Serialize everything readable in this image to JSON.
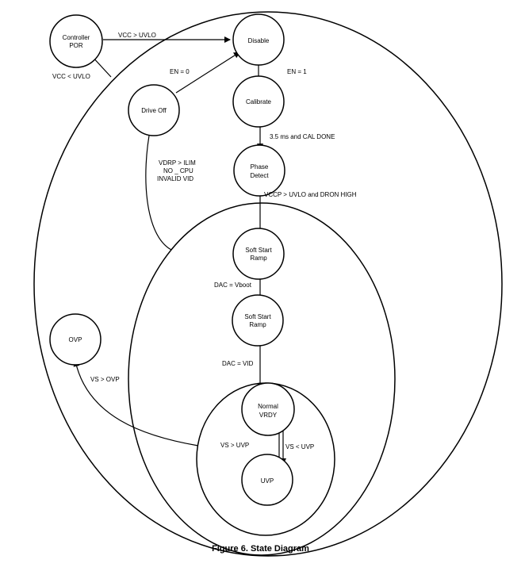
{
  "caption": "Figure 6. State Diagram",
  "nodes": {
    "controller_por": [
      "Controller",
      "POR"
    ],
    "disable": [
      "Disable"
    ],
    "calibrate": [
      "Calibrate"
    ],
    "drive_off": [
      "Drive Off"
    ],
    "phase_detect": [
      "Phase",
      "Detect"
    ],
    "soft_start_1": [
      "Soft Start",
      "Ramp"
    ],
    "soft_start_2": [
      "Soft Start",
      "Ramp"
    ],
    "ovp": [
      "OVP"
    ],
    "normal_vrdy": [
      "Normal",
      "VRDY"
    ],
    "uvp": [
      "UVP"
    ]
  },
  "edges": {
    "vcc_gt_uvlo": "VCC  > UVLO",
    "vcc_lt_uvlo": "VCC  < UVLO",
    "en_0": "EN = 0",
    "en_1": "EN = 1",
    "cal_done": "3.5  ms and CAL DONE",
    "fault_lines": [
      "VDRP  > ILIM",
      "NO _ CPU",
      "INVALID VID"
    ],
    "vccp": "VCCP  >   UVLO and DRON HIGH",
    "dac_vboot": "DAC = Vboot",
    "dac_vid": "DAC  = VID",
    "vs_ovp": "VS  > OVP",
    "vs_gt_uvp": "VS > UVP",
    "vs_lt_uvp": "VS  <  UVP"
  }
}
